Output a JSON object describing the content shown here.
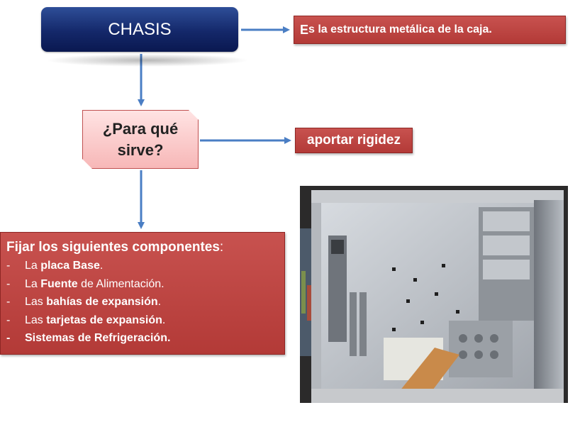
{
  "chasis_box": {
    "title": "CHASIS"
  },
  "definition": {
    "first": "E",
    "rest": "s la estructura metálica de la caja."
  },
  "question": {
    "line1": "¿Para qué",
    "line2": "sirve?"
  },
  "purpose": {
    "text": "aportar rigidez"
  },
  "components": {
    "heading": "Fijar los siguientes componentes",
    "heading_suffix": ":",
    "items": [
      {
        "dash": "-",
        "plain_before": "La ",
        "bold": "placa Base",
        "plain_after": "."
      },
      {
        "dash": "-",
        "plain_before": "La ",
        "bold": "Fuente",
        "plain_after": " de Alimentación."
      },
      {
        "dash": "-",
        "plain_before": "Las ",
        "bold": "bahías de expansión",
        "plain_after": "."
      },
      {
        "dash": "-",
        "plain_before": "Las ",
        "bold": "tarjetas de expansión",
        "plain_after": "."
      },
      {
        "dash": "-",
        "plain_before": "",
        "bold": "Sistemas de Refrigeración",
        "plain_after": "."
      }
    ]
  },
  "colors": {
    "title_box": "#14286a",
    "red_box": "#b33a37",
    "question_box": "#f7b7b7",
    "arrow": "#4a7ec4"
  },
  "image": {
    "icon": "open-computer-case-photo"
  }
}
